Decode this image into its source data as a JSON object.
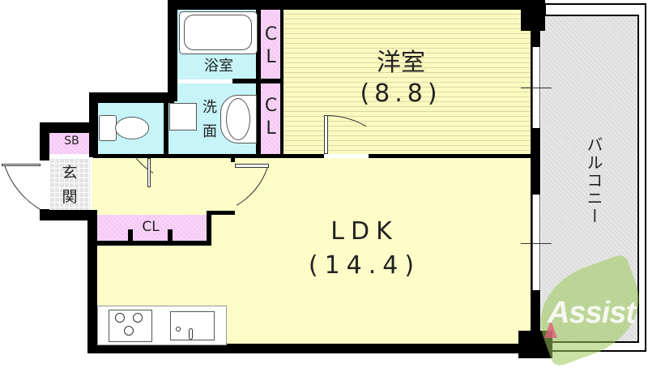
{
  "floorplan": {
    "rooms": {
      "western_room": {
        "name": "洋室",
        "size": "(8.8)"
      },
      "ldk": {
        "name": "LDK",
        "size": "(14.4)"
      },
      "bathroom": {
        "name": "浴室"
      },
      "washroom": {
        "name_line1": "洗",
        "name_line2": "面"
      },
      "entrance": {
        "name_line1": "玄",
        "name_line2": "関"
      },
      "balcony": {
        "name": "バルコニー"
      },
      "shoe_box": {
        "name": "SB"
      },
      "closet_top": {
        "line1": "C",
        "line2": "L"
      },
      "closet_mid": {
        "line1": "C",
        "line2": "L"
      },
      "closet_bottom": {
        "name": "CL"
      }
    },
    "watermark": {
      "text": "Assist"
    },
    "colors": {
      "living": "#fdfdc8",
      "wet_area": "#c6f4f8",
      "closet": "#f6c8f4",
      "wall": "#000000",
      "balcony": "#e6e6e6",
      "watermark_green": "#9ccb5a",
      "watermark_red": "#e0607a"
    }
  }
}
